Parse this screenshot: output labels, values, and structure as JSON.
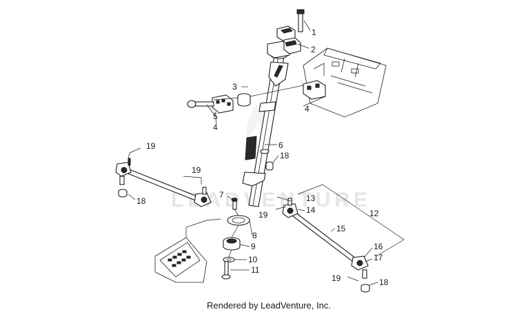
{
  "diagram": {
    "watermark": "LEADVENTURE",
    "footer": "Rendered by LeadVenture, Inc.",
    "callouts": [
      {
        "id": "c1",
        "text": "1"
      },
      {
        "id": "c2",
        "text": "2"
      },
      {
        "id": "c3",
        "text": "3"
      },
      {
        "id": "c4a",
        "text": "4"
      },
      {
        "id": "c5",
        "text": "5"
      },
      {
        "id": "c4b",
        "text": "4"
      },
      {
        "id": "c6",
        "text": "6"
      },
      {
        "id": "c18a",
        "text": "18"
      },
      {
        "id": "c19a",
        "text": "19"
      },
      {
        "id": "c19b",
        "text": "19"
      },
      {
        "id": "c18b",
        "text": "18"
      },
      {
        "id": "c7",
        "text": "7"
      },
      {
        "id": "c13",
        "text": "13"
      },
      {
        "id": "c14",
        "text": "14"
      },
      {
        "id": "c19c",
        "text": "19"
      },
      {
        "id": "c12",
        "text": "12"
      },
      {
        "id": "c8",
        "text": "8"
      },
      {
        "id": "c15",
        "text": "15"
      },
      {
        "id": "c9",
        "text": "9"
      },
      {
        "id": "c16",
        "text": "16"
      },
      {
        "id": "c17",
        "text": "17"
      },
      {
        "id": "c10",
        "text": "10"
      },
      {
        "id": "c11",
        "text": "11"
      },
      {
        "id": "c19d",
        "text": "19"
      },
      {
        "id": "c18c",
        "text": "18"
      }
    ]
  }
}
